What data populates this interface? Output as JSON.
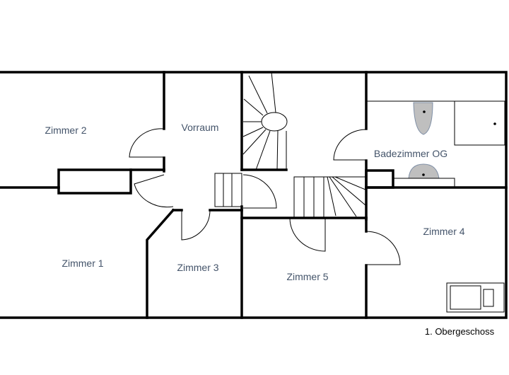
{
  "plan": {
    "title": "1. Obergeschoss",
    "rooms": {
      "zimmer2": "Zimmer 2",
      "vorraum": "Vorraum",
      "bad": "Badezimmer OG",
      "zimmer4": "Zimmer 4",
      "zimmer1": "Zimmer 1",
      "zimmer3": "Zimmer 3",
      "zimmer5": "Zimmer 5"
    },
    "colors": {
      "label": "#44546a",
      "fixture": "#bfbfbf"
    }
  }
}
